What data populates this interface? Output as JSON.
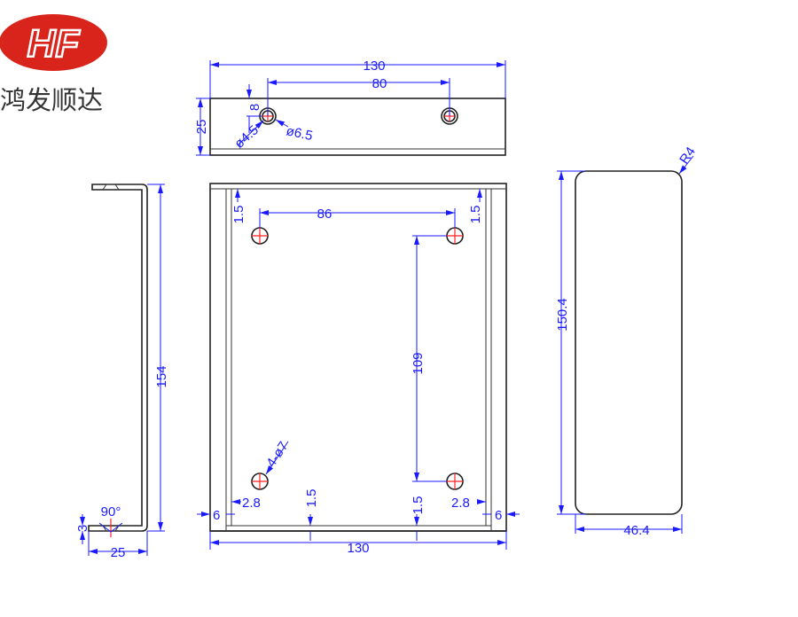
{
  "logo": {
    "mark": "HF",
    "company": "鸿发顺达",
    "color": "#d9241c"
  },
  "colors": {
    "dimension": "#1a1aff",
    "outline": "#222222",
    "center": "#ff2020"
  },
  "top_view": {
    "width": "130",
    "hole_spacing": "80",
    "height": "25",
    "hole_offset": "8",
    "inner_dia": "ø4.5",
    "outer_dia": "ø6.5"
  },
  "side_view": {
    "height": "154",
    "depth": "25",
    "flange": "3",
    "angle": "90°"
  },
  "front_view": {
    "hole_spacing_x": "86",
    "hole_spacing_y": "109",
    "holes": "4-ø7",
    "width": "130",
    "margin_top_left": "1.5",
    "margin_top_right": "1.5",
    "margin_bottom_left": "1.5",
    "margin_bottom_right": "1.5",
    "offset_left": "2.8",
    "offset_right": "2.8",
    "edge_left": "6",
    "edge_right": "6"
  },
  "right_view": {
    "height": "150.4",
    "width": "46.4",
    "radius": "R4"
  }
}
